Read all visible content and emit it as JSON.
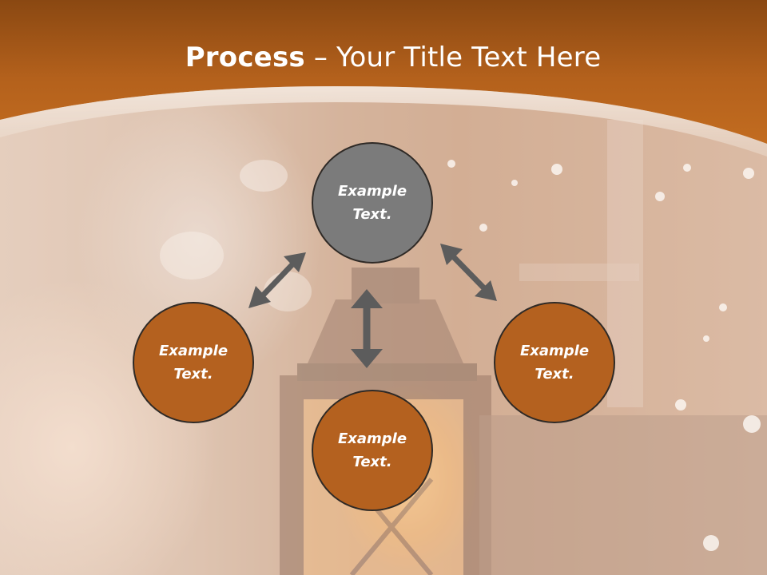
{
  "slide": {
    "title_bold": "Process",
    "title_rest": " – Your Title Text Here"
  },
  "nodes": {
    "top": "Example\nText.",
    "left": "Example\nText.",
    "right": "Example\nText.",
    "bottom": "Example\nText."
  },
  "colors": {
    "header": "#b9611c",
    "node_brown": "#b4611f",
    "node_gray": "#7b7b7b",
    "arrow": "#5c5c5c"
  }
}
